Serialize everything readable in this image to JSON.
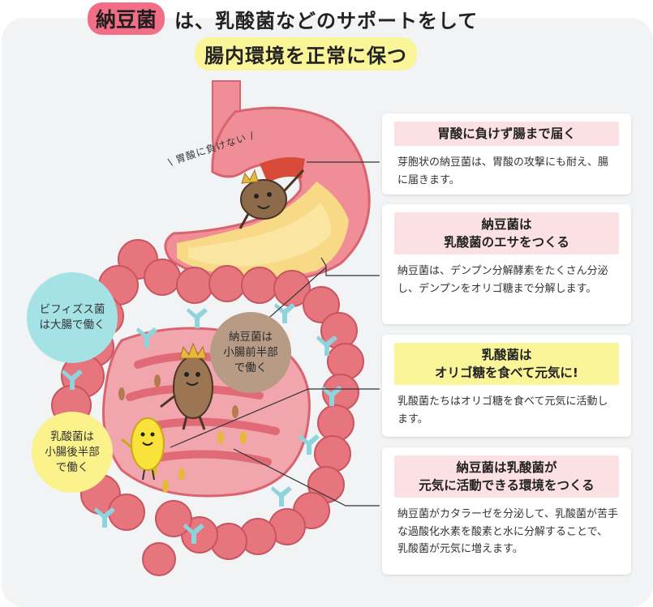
{
  "header": {
    "highlight": "納豆菌",
    "line1_rest": "は、乳酸菌などのサポートをして",
    "line2": "腸内環境を正常に保つ"
  },
  "stomach_label": "\\ 胃酸に負けない /",
  "bubbles": {
    "bifidus": "ビフィズス菌\nは大腸で働く",
    "natto_small": "納豆菌は\n小腸前半部\nで働く",
    "lactic_small": "乳酸菌は\n小腸後半部\nで働く"
  },
  "cards": [
    {
      "title": "胃酸に負けず腸まで届く",
      "body": "芽胞状の納豆菌は、胃酸の攻撃にも耐え、腸に届きます。",
      "style": "pink"
    },
    {
      "title": "納豆菌は\n乳酸菌のエサをつくる",
      "body": "納豆菌は、デンプン分解酵素をたくさん分泌し、デンプンをオリゴ糖まで分解します。",
      "style": "pink"
    },
    {
      "title": "乳酸菌は\nオリゴ糖を食べて元気に!",
      "body": "乳酸菌たちはオリゴ糖を食べて元気に活動します。",
      "style": "yellow"
    },
    {
      "title": "納豆菌は乳酸菌が\n元気に活動できる環境をつくる",
      "body": "納豆菌がカタラーゼを分泌して、乳酸菌が苦手な過酸化水素を酸素と水に分解することで、乳酸菌が元気に増えます。",
      "style": "pink"
    }
  ],
  "colors": {
    "accent_pink": "#f26e86",
    "highlight_yellow": "#fbf59a",
    "intestine": "#e7757e",
    "stomach_fill": "#f7d986",
    "bifidus_cyan": "#8fd4dc"
  }
}
